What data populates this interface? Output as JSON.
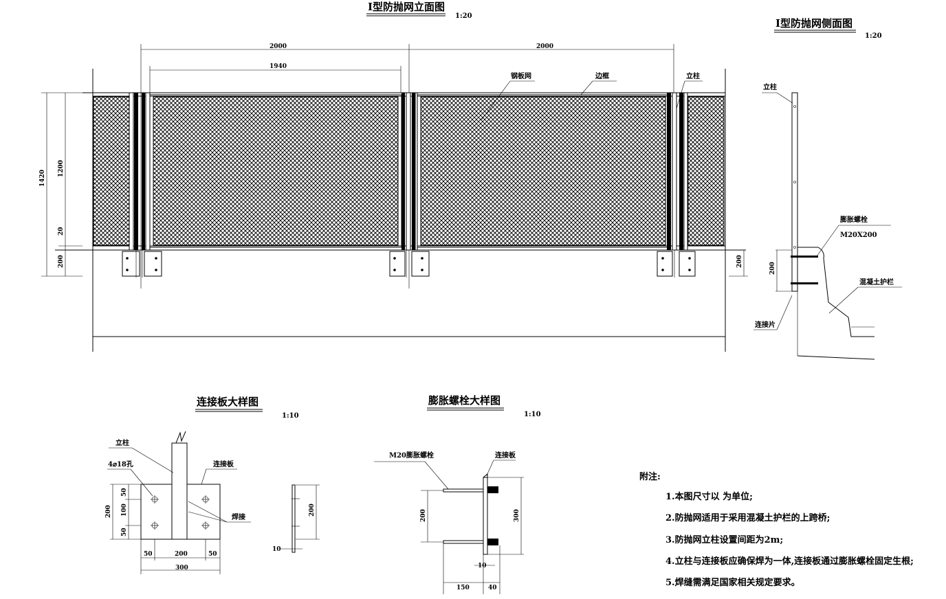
{
  "elevation": {
    "title": "I型防抛网立面图",
    "scale": "1:20",
    "dims": {
      "span1": "2000",
      "span2": "2000",
      "panel": "1940",
      "h_total": "1420",
      "h_panel": "1200",
      "h_gap": "20",
      "h_base": "200",
      "h_base_right": "200"
    },
    "labels": {
      "mesh": "钢板网",
      "frame": "边框",
      "post": "立柱"
    }
  },
  "side_view": {
    "title": "I型防抛网侧面图",
    "scale": "1:20",
    "labels": {
      "post": "立柱",
      "bolt": "膨胀螺栓",
      "bolt_spec": "M20X200",
      "barrier": "混凝土护栏",
      "plate": "连接片"
    },
    "dims": {
      "base": "200"
    }
  },
  "plate_detail": {
    "title": "连接板大样图",
    "scale": "1:10",
    "labels": {
      "post": "立柱",
      "holes": "4⌀18孔",
      "plate": "连接板",
      "weld": "焊接"
    },
    "dims": {
      "h_total": "200",
      "h_top": "50",
      "h_mid": "100",
      "h_bot": "50",
      "w_left": "50",
      "w_mid": "200",
      "w_right": "50",
      "w_total": "300",
      "side_h": "200",
      "thick": "10"
    }
  },
  "bolt_detail": {
    "title": "膨胀螺栓大样图",
    "scale": "1:10",
    "labels": {
      "bolt": "M20膨胀螺栓",
      "plate": "连接板"
    },
    "dims": {
      "spacing": "200",
      "height": "300",
      "thick": "10",
      "len": "150",
      "ext": "40"
    }
  },
  "notes": {
    "heading": "附注:",
    "items": [
      "1.本图尺寸以 为单位;",
      "2.防抛网适用于采用混凝土护栏的上跨桥;",
      "3.防抛网立柱设置间距为2m;",
      "4.立柱与连接板应确保焊为一体,连接板通过膨胀螺栓固定生根;",
      "5.焊缝需满足国家相关规定要求。"
    ]
  }
}
